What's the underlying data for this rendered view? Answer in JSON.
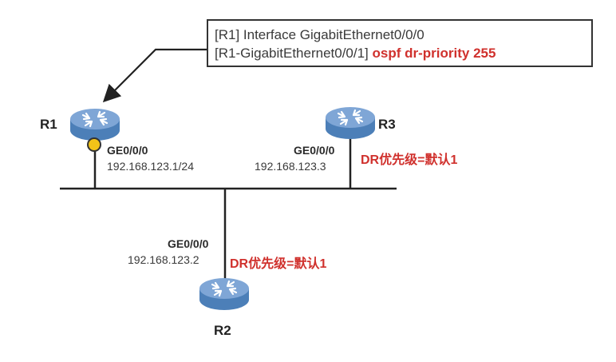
{
  "command_box": {
    "line1": "[R1] Interface GigabitEthernet0/0/0",
    "line2_prefix": "[R1-GigabitEthernet0/0/1] ",
    "line2_highlight": "ospf dr-priority 255"
  },
  "routers": {
    "r1": {
      "name": "R1",
      "interface": "GE0/0/0",
      "ip": "192.168.123.1/24"
    },
    "r2": {
      "name": "R2",
      "interface": "GE0/0/0",
      "ip": "192.168.123.2",
      "priority_note": "DR优先级=默认1"
    },
    "r3": {
      "name": "R3",
      "interface": "GE0/0/0",
      "ip": "192.168.123.3",
      "priority_note": "DR优先级=默认1"
    }
  },
  "icons": {
    "router": "router-icon",
    "interface_marker": "interface-marker-icon"
  },
  "colors": {
    "router_fill": "#4c7fb8",
    "router_top": "#7fa6d6",
    "highlight_red": "#d0312d",
    "marker_yellow": "#f2c318"
  }
}
